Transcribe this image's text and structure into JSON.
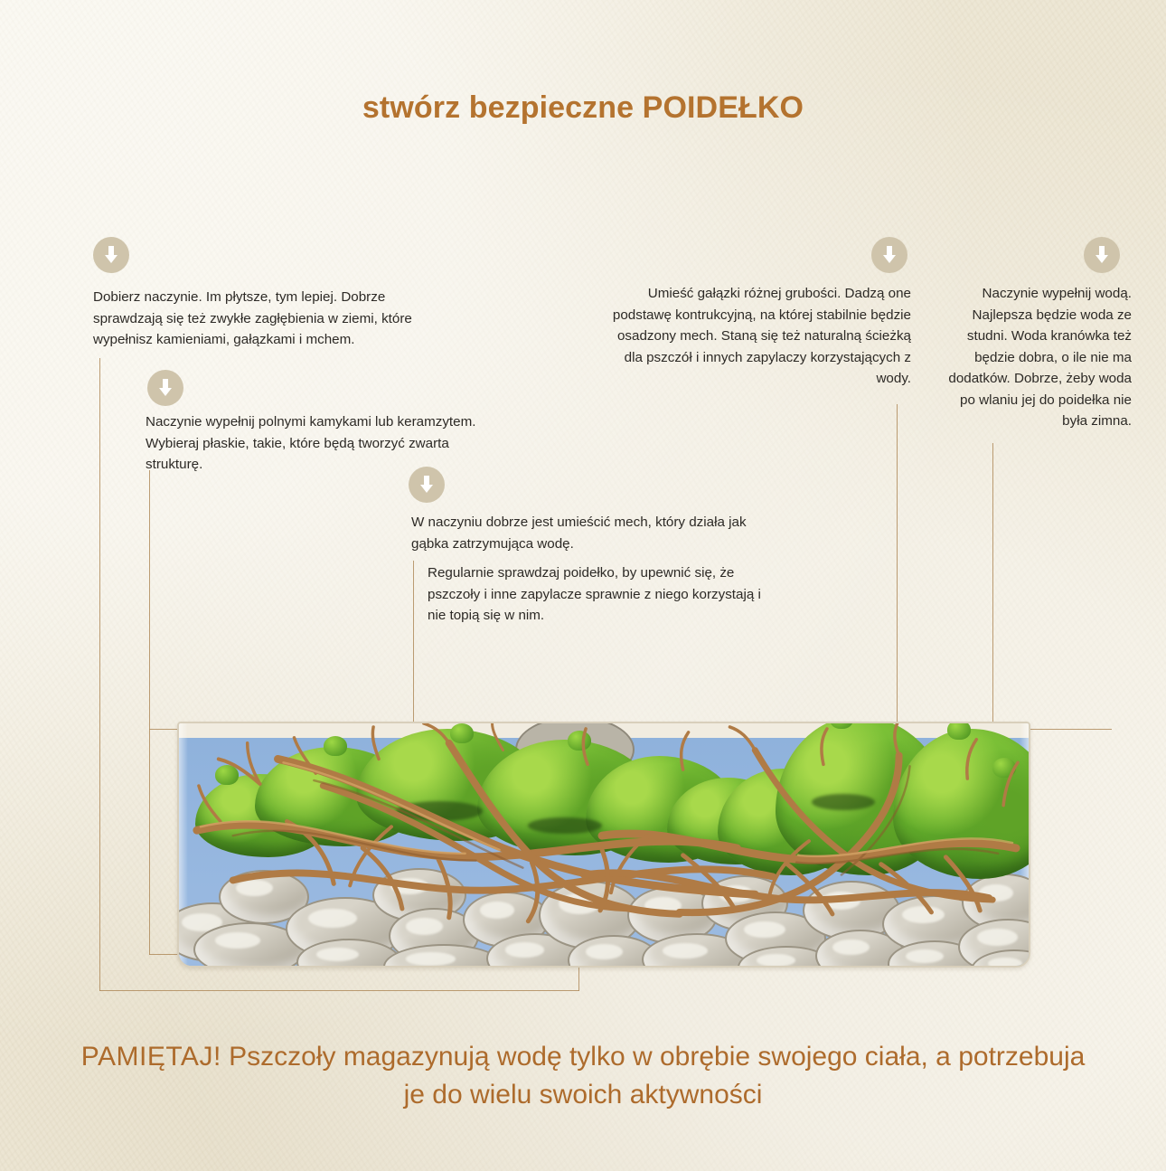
{
  "title": "stwórz bezpieczne POIDEŁKO",
  "colors": {
    "background": "#f3eedf",
    "title_brown": "#b4732f",
    "footer_brown": "#ad6b2c",
    "connector_line": "#b08c5d",
    "marker_circle": "#cfc4ab",
    "marker_arrow": "#ffffff",
    "water_blue": "#8fb2dc",
    "stone_gray": "#c3bdb0",
    "moss_green": "#63ad2b",
    "branch_brown": "#b07b45",
    "body_text": "#2d2a26"
  },
  "markers": [
    {
      "name": "arrow-down-icon-1",
      "icon": "arrow-down-icon"
    },
    {
      "name": "arrow-down-icon-2",
      "icon": "arrow-down-icon"
    },
    {
      "name": "arrow-down-icon-3",
      "icon": "arrow-down-icon"
    },
    {
      "name": "arrow-down-icon-4",
      "icon": "arrow-down-icon"
    },
    {
      "name": "arrow-down-icon-5",
      "icon": "arrow-down-icon"
    }
  ],
  "notes": [
    {
      "id": "vessel-choice",
      "align": "left",
      "text": "Dobierz naczynie. Im płytsze, tym lepiej. Dobrze sprawdzają się też zwykłe zagłębienia w ziemi, które wypełnisz kamieniami, gałązkami i mchem."
    },
    {
      "id": "stones-fill",
      "align": "left",
      "text": "Naczynie wypełnij polnymi kamykami lub keramzytem. Wybieraj płaskie, takie, które będą tworzyć zwarta strukturę."
    },
    {
      "id": "moss-placement",
      "align": "left",
      "text": "W naczyniu dobrze jest umieścić mech, który działa jak gąbka zatrzymująca wodę."
    },
    {
      "id": "regular-check",
      "align": "left",
      "text": "Regularnie sprawdzaj poidełko, by upewnić się, że pszczoły i inne zapylacze sprawnie z niego korzystają i nie topią się w nim."
    },
    {
      "id": "twigs",
      "align": "right",
      "text": "Umieść gałązki różnej grubości. Dadzą one podstawę kontrukcyjną, na której stabilnie będzie osadzony mech. Staną się też naturalną ścieżką dla pszczół i innych zapylaczy korzystających z wody."
    },
    {
      "id": "water-fill",
      "align": "right",
      "text": "Naczynie wypełnij wodą. Najlepsza będzie woda ze studni. Woda kranówka też będzie dobra, o ile nie ma dodatków. Dobrze, żeby woda po wlaniu jej do poidełka nie była zimna."
    }
  ],
  "footer": {
    "lead": "PAMIĘTAJ!",
    "body": "Pszczoły magazynują wodę tylko w obrębie swojego ciała, a potrzebuja je do wielu swoich aktywności"
  },
  "illustration": {
    "name": "bee-waterer-cross-section",
    "description": "Przekrój płaskiego naczynia z wodą, kamieniami, gałązkami i mchem",
    "layers": [
      "woda",
      "kamienie",
      "gałązki",
      "mech"
    ]
  }
}
